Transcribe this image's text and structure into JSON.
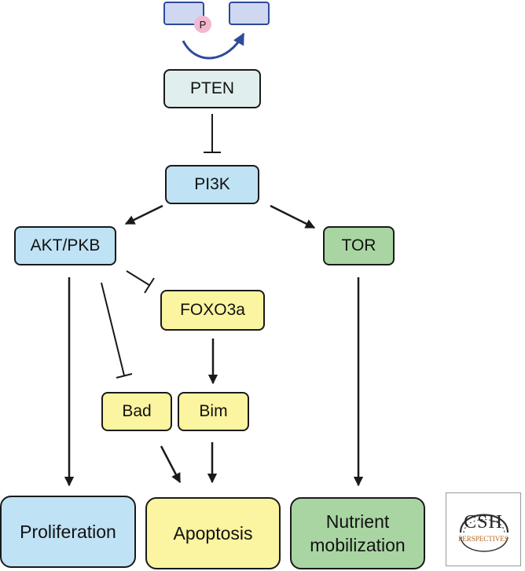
{
  "phosphorylation": {
    "badge": "P"
  },
  "nodes": {
    "pten": "PTEN",
    "pi3k": "PI3K",
    "akt": "AKT/PKB",
    "tor": "TOR",
    "foxo3a": "FOXO3a",
    "bad": "Bad",
    "bim": "Bim",
    "proliferation": "Proliferation",
    "apoptosis": "Apoptosis",
    "nutrient_line1": "Nutrient",
    "nutrient_line2": "mobilization"
  },
  "colors": {
    "pten": "#e1eeee",
    "blue": "#bfe2f5",
    "green": "#a9d5a3",
    "yellow": "#fbf4a0",
    "arrow": "#1a1a1a",
    "phos_arrow": "#2d4a9c"
  },
  "logo": {
    "line1": "CSH",
    "line2": "PERSPECTIVES"
  }
}
